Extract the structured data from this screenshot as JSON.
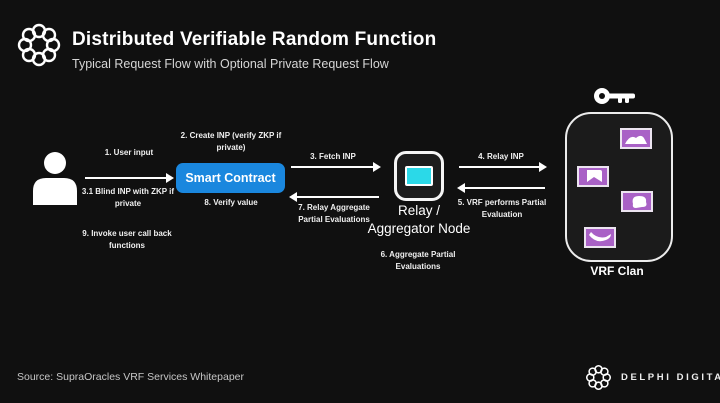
{
  "header": {
    "title": "Distributed Verifiable Random Function",
    "subtitle": "Typical Request Flow with Optional Private Request Flow"
  },
  "diagram": {
    "labels": {
      "step1": "1. User input",
      "step2": "2. Create INP (verify ZKP if private)",
      "step3": "3. Fetch INP",
      "step3_1": "3.1 Blind INP with ZKP if private",
      "step4": "4. Relay INP",
      "step5": "5. VRF performs Partial Evaluation",
      "step6": "6. Aggregate Partial Evaluations",
      "step7": "7. Relay Aggregate Partial Evaluations",
      "step8": "8. Verify value",
      "step9": "9. Invoke user call back functions"
    },
    "nodes": {
      "smart_contract": "Smart Contract",
      "relay_line1": "Relay /",
      "relay_line2": "Aggregator Node",
      "vrf_clan": "VRF Clan"
    },
    "icons": {
      "logo": "knot-ring",
      "user": "person-silhouette",
      "key": "key",
      "relay_screen": "cyan-display",
      "vrf_member": "purple-tile"
    },
    "colors": {
      "background": "#101010",
      "smart_contract_blue": "#1a87de",
      "relay_cyan": "#2bd9e8",
      "vrf_purple": "#a961c6"
    }
  },
  "footer": {
    "source": "Source: SupraOracles VRF Services Whitepaper",
    "brand": "DELPHI DIGITAL"
  }
}
